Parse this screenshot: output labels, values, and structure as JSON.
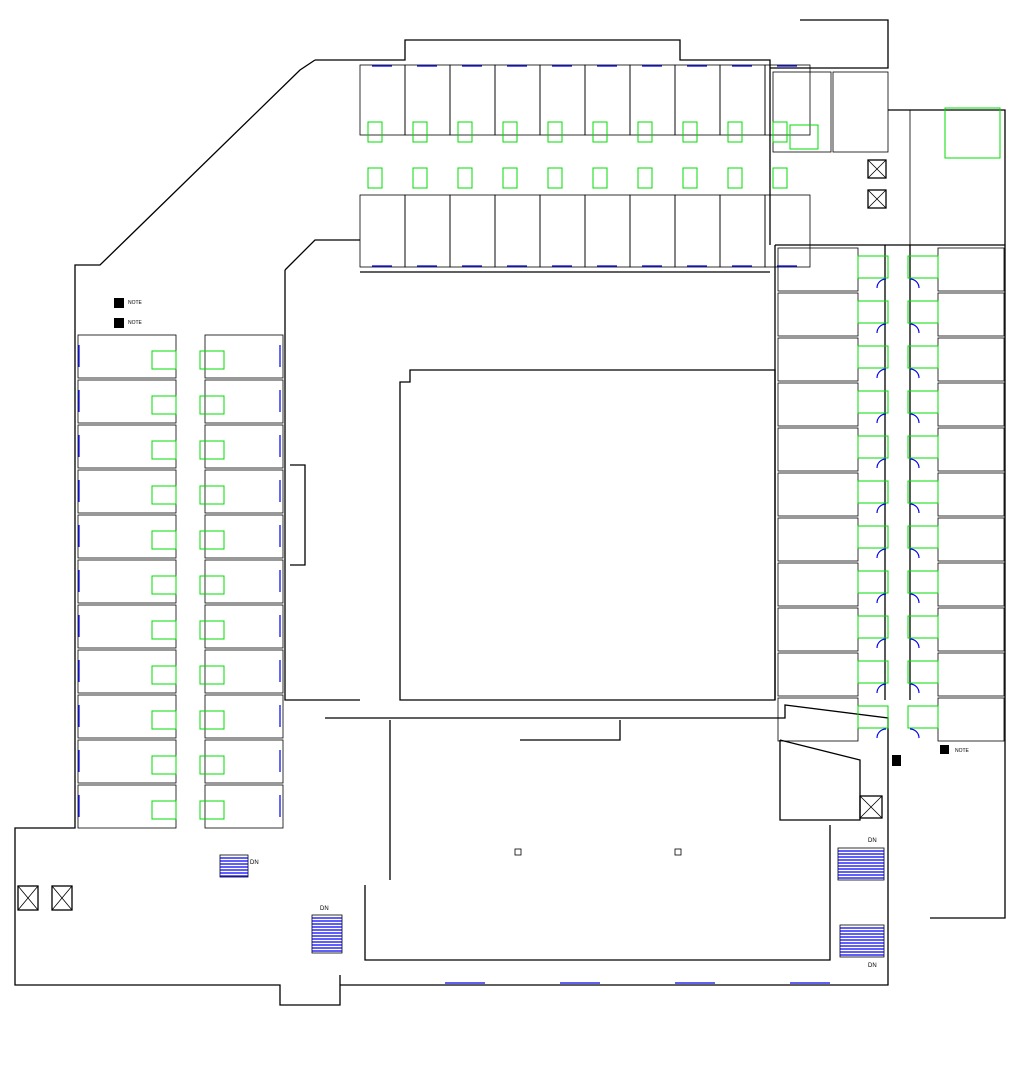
{
  "drawing": {
    "title": "Floor Plan",
    "stair_labels": [
      "DN",
      "DN",
      "DN",
      "DN"
    ],
    "notes": [
      "NOTE",
      "NOTE",
      "NOTE"
    ],
    "colors": {
      "walls": "#000000",
      "fixtures": "#00dd00",
      "doors_windows": "#0000ee",
      "background": "#ffffff"
    }
  }
}
